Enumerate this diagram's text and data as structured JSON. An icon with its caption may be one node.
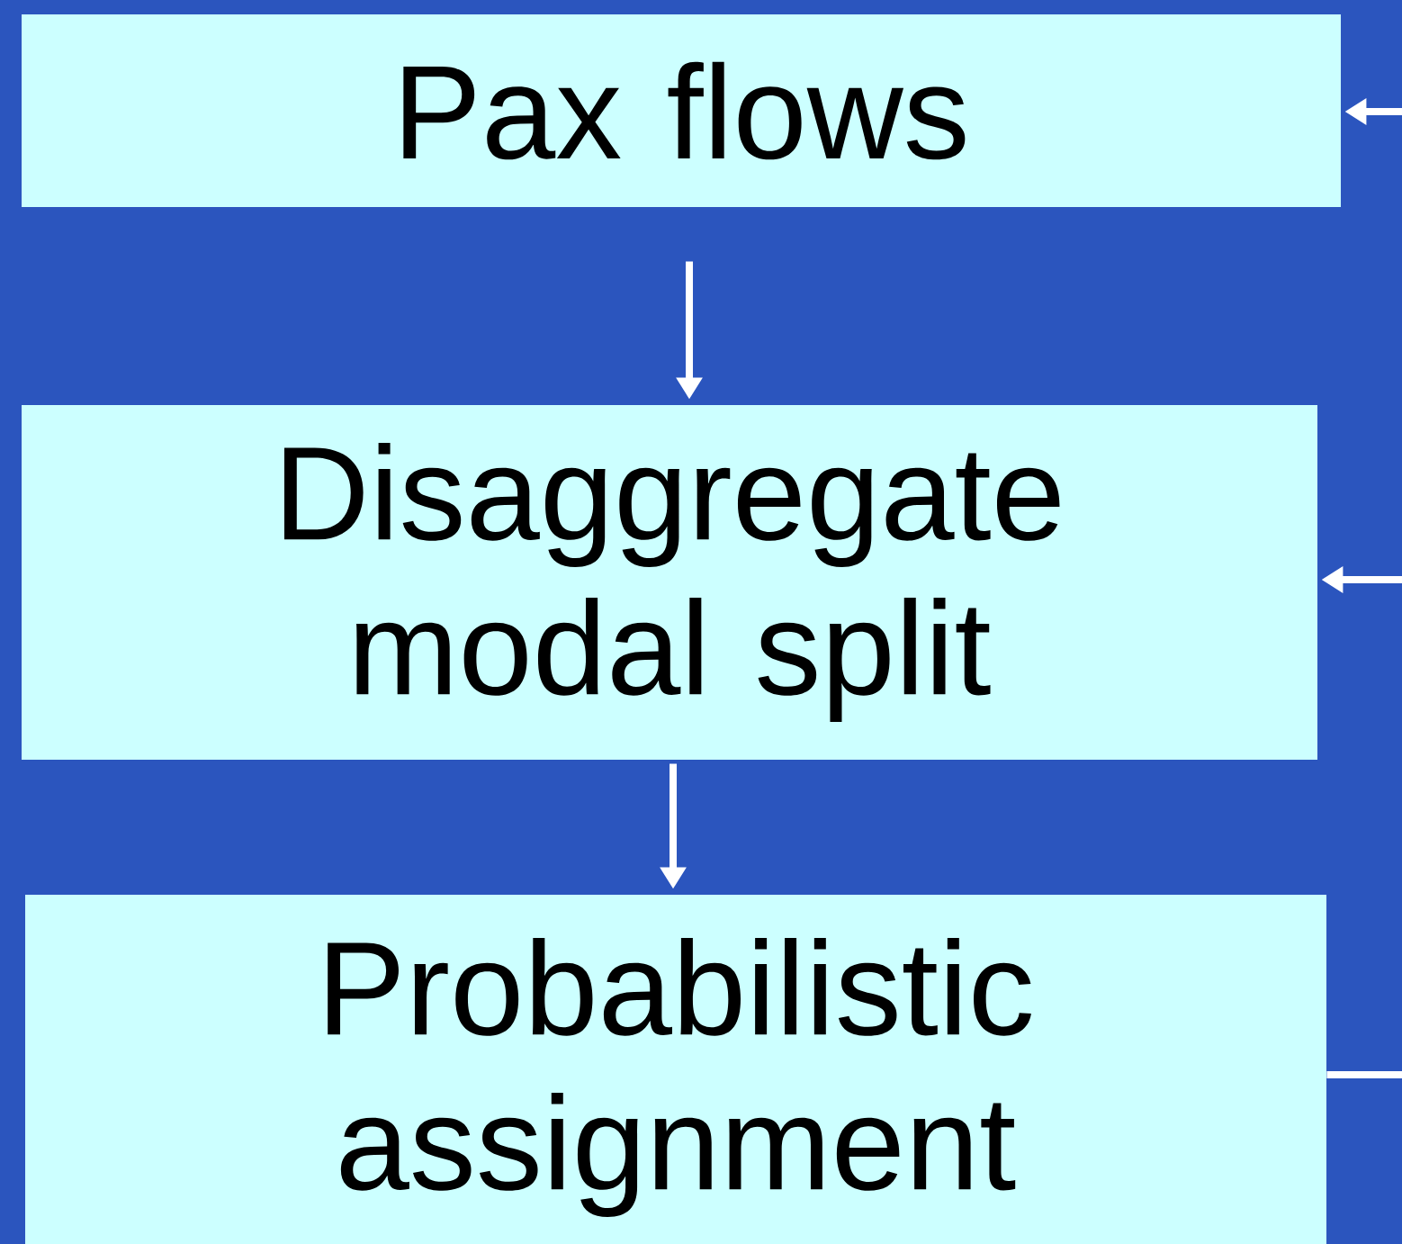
{
  "diagram": {
    "nodes": [
      {
        "text": [
          "Pax flows"
        ]
      },
      {
        "text": [
          "Disaggregate modal split"
        ]
      },
      {
        "text": [
          "Probabilistic assignment"
        ]
      }
    ],
    "edges": [
      {
        "from": 0,
        "to": 1,
        "arrow": "to"
      },
      {
        "from": 1,
        "to": 2,
        "arrow": "to"
      },
      {
        "from": null,
        "to": 0,
        "arrow": "to"
      },
      {
        "from": null,
        "to": 1,
        "arrow": "to"
      },
      {
        "from": 2,
        "to": null,
        "arrow": "none"
      }
    ]
  }
}
